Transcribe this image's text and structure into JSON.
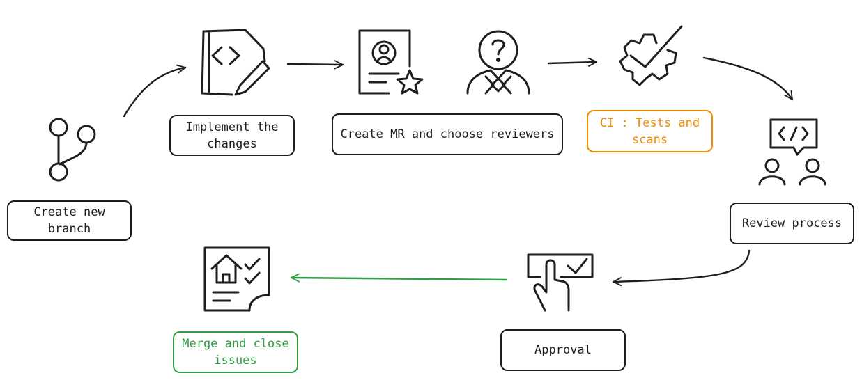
{
  "steps": {
    "create_branch": "Create new\nbranch",
    "implement": "Implement the\nchanges",
    "create_mr": "Create MR and choose reviewers",
    "ci": "CI : Tests and\nscans",
    "review": "Review process",
    "approval": "Approval",
    "merge": "Merge and close\nissues"
  },
  "colors": {
    "stroke": "#1e1e1e",
    "ci_accent": "#f08c00",
    "merge_accent": "#2f9e44"
  },
  "icons": {
    "branch": "git-branch-icon",
    "code_edit": "code-file-pencil-icon",
    "profile_star": "profile-document-star-icon",
    "reviewer": "question-person-icon",
    "ci": "gear-check-icon",
    "review": "code-review-people-icon",
    "approval": "hand-touch-check-icon",
    "merge": "house-checklist-document-icon"
  }
}
